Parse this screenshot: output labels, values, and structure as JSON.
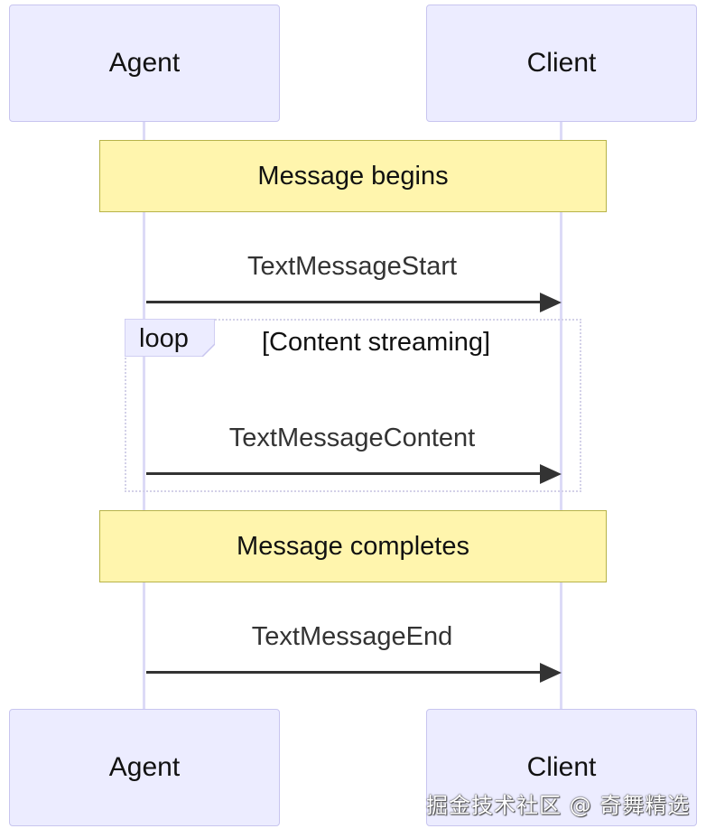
{
  "participants": {
    "agent": "Agent",
    "client": "Client"
  },
  "notes": {
    "begin": "Message begins",
    "complete": "Message completes"
  },
  "messages": {
    "start": "TextMessageStart",
    "content": "TextMessageContent",
    "end": "TextMessageEnd"
  },
  "loop": {
    "keyword": "loop",
    "condition": "[Content streaming]"
  },
  "watermark": "掘金技术社区 @ 奇舞精选",
  "colors": {
    "actor_fill": "#ececff",
    "actor_border": "#c8c5ef",
    "note_fill": "#fff5ad",
    "note_border": "#b7b349",
    "arrow": "#333333",
    "lifeline": "#dcdaf7"
  }
}
